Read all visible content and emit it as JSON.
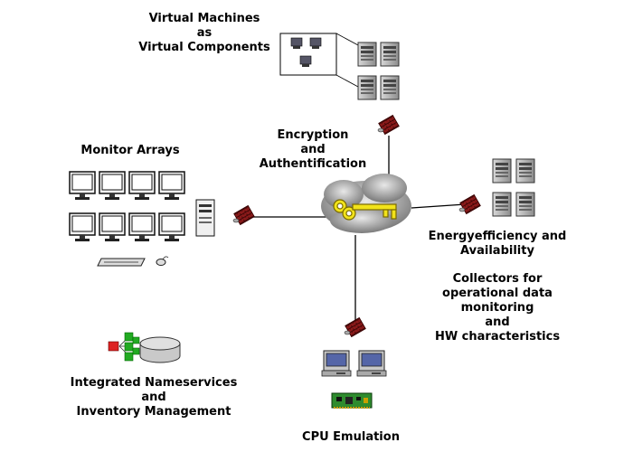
{
  "labels": {
    "vm": [
      "Virtual Machines",
      "as",
      "Virtual Components"
    ],
    "encryption": [
      "Encryption",
      "and",
      "Authentification"
    ],
    "monitor": [
      "Monitor Arrays"
    ],
    "energy": [
      "Energyefficiency and",
      "Availability"
    ],
    "collectors": [
      "Collectors for",
      "operational data",
      "monitoring",
      "and",
      "HW characteristics"
    ],
    "nameservices": [
      "Integrated Nameservices",
      "and",
      "Inventory Management"
    ],
    "cpu": [
      "CPU Emulation"
    ]
  },
  "colors": {
    "key": "#f2e31a",
    "firewall": "#8b1a1a",
    "cloud": "#9a9a9a",
    "screen": "#4a5b9c",
    "board": "#2e8b2e"
  }
}
